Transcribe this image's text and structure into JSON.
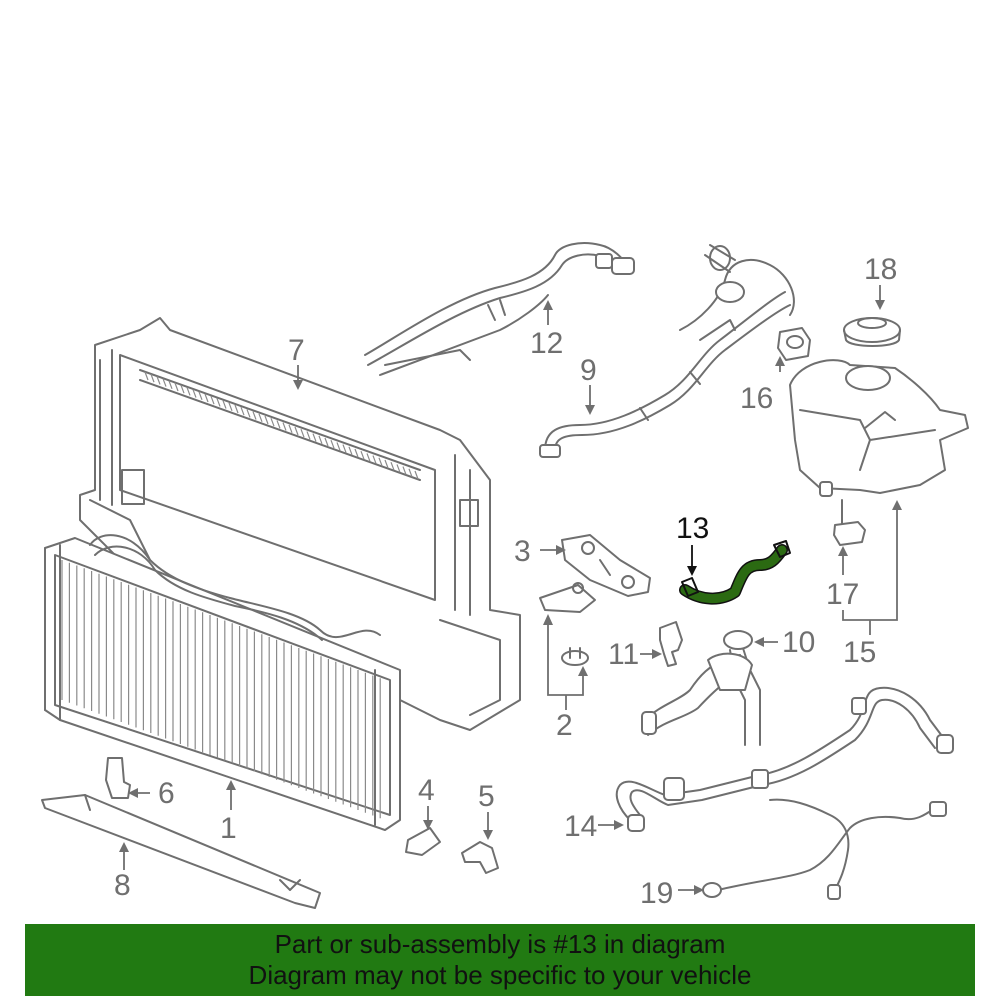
{
  "callouts": [
    {
      "id": "1",
      "text": "1"
    },
    {
      "id": "2",
      "text": "2"
    },
    {
      "id": "3",
      "text": "3"
    },
    {
      "id": "4",
      "text": "4"
    },
    {
      "id": "5",
      "text": "5"
    },
    {
      "id": "6",
      "text": "6"
    },
    {
      "id": "7",
      "text": "7"
    },
    {
      "id": "8",
      "text": "8"
    },
    {
      "id": "9",
      "text": "9"
    },
    {
      "id": "10",
      "text": "10"
    },
    {
      "id": "11",
      "text": "11"
    },
    {
      "id": "12",
      "text": "12"
    },
    {
      "id": "13",
      "text": "13"
    },
    {
      "id": "14",
      "text": "14"
    },
    {
      "id": "15",
      "text": "15"
    },
    {
      "id": "16",
      "text": "16"
    },
    {
      "id": "17",
      "text": "17"
    },
    {
      "id": "18",
      "text": "18"
    },
    {
      "id": "19",
      "text": "19"
    }
  ],
  "highlight": {
    "part": "13",
    "color": "#2b6a12"
  },
  "banner": {
    "line1": "Part or sub-assembly is #13 in diagram",
    "line2": "Diagram may not be specific to your vehicle",
    "background": "#217a12"
  }
}
